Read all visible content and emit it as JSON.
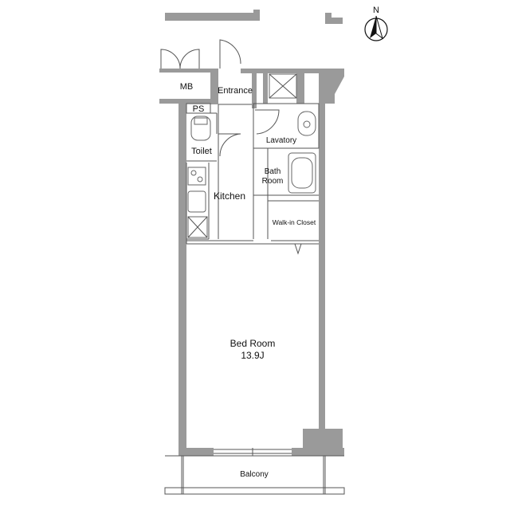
{
  "rooms": {
    "mb": "MB",
    "entrance": "Entrance",
    "ps": "PS",
    "toilet": "Toilet",
    "lavatory": "Lavatory",
    "bath_line1": "Bath",
    "bath_line2": "Room",
    "kitchen": "Kitchen",
    "walkin": "Walk-in Closet",
    "bedroom": "Bed Room",
    "bedroom_size": "13.9J",
    "balcony": "Balcony"
  },
  "compass": {
    "north": "N"
  },
  "colors": {
    "wall": "#9a9a9a",
    "line": "#555555"
  }
}
